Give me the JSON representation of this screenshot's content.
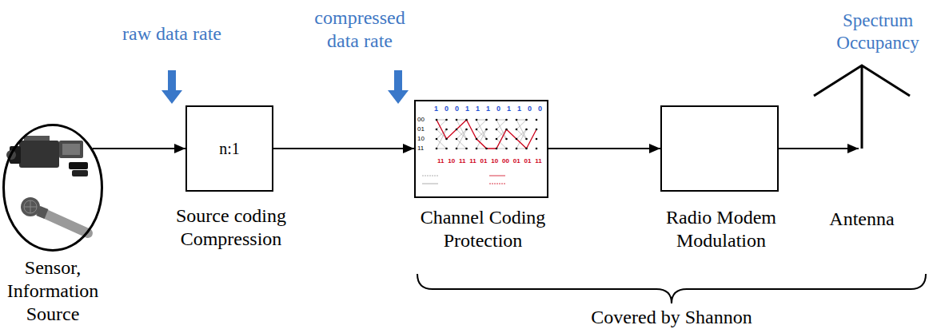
{
  "diagram": {
    "nodes": [
      {
        "text": [
          "Sensor, Information Source"
        ]
      },
      {
        "text": [
          "n:1",
          "Source coding Compression"
        ]
      },
      {
        "text": [
          "Channel Coding Protection"
        ]
      },
      {
        "text": [
          "Radio Modem Modulation"
        ]
      },
      {
        "text": [
          "Antenna"
        ]
      }
    ],
    "edges": [
      {
        "from": 0,
        "to": 1,
        "arrow": "to"
      },
      {
        "from": 1,
        "to": 2,
        "arrow": "to"
      },
      {
        "from": 2,
        "to": 3,
        "arrow": "to"
      },
      {
        "from": 3,
        "to": 4,
        "arrow": "to"
      }
    ],
    "labels": [
      "raw data rate",
      "compressed data rate",
      "Spectrum Occupancy",
      "00",
      "01",
      "10",
      "11",
      "1 0 0 1 1 1 0 1 1 0 0",
      "11 10 11 11 01 10 00 01 01 11",
      "Covered by Shannon"
    ]
  }
}
